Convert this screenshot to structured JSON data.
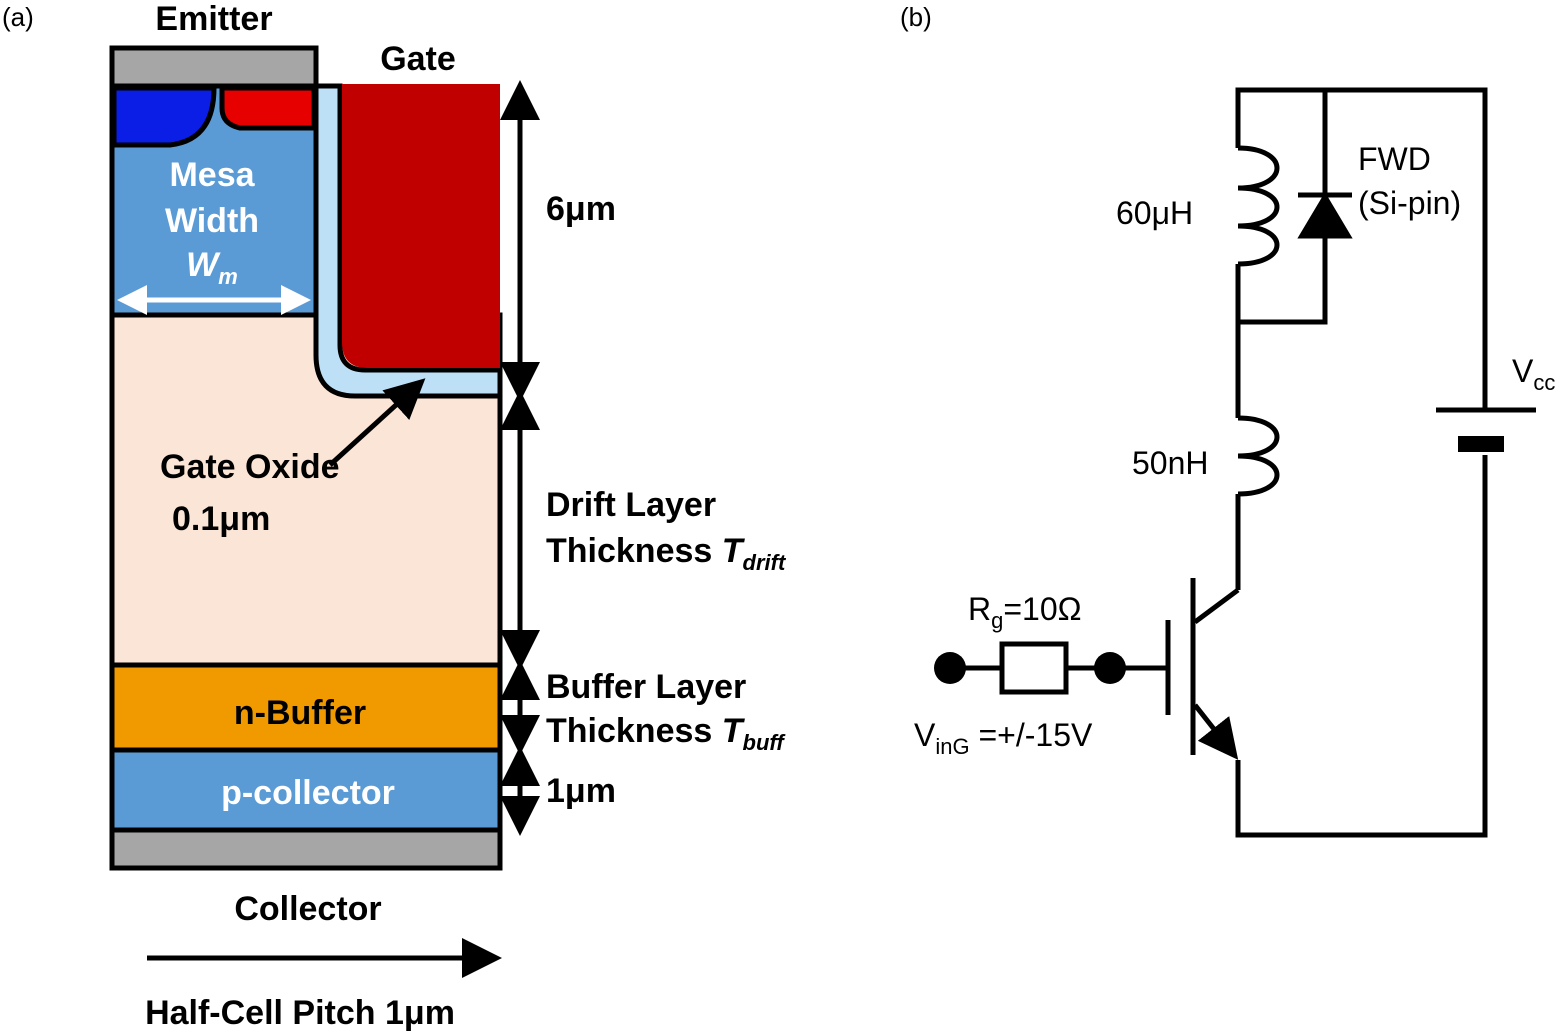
{
  "panel_a": {
    "label": "(a)",
    "emitter": "Emitter",
    "gate": "Gate",
    "mesa_line1": "Mesa",
    "mesa_line2": "Width",
    "mesa_symbol": "W",
    "mesa_symbol_sub": "m",
    "gate_depth": "6μm",
    "gate_oxide_line1": "Gate Oxide",
    "gate_oxide_line2": "0.1μm",
    "drift_line1": "Drift Layer",
    "drift_line2": "Thickness ",
    "drift_symbol": "T",
    "drift_symbol_sub": "drift",
    "buffer_region": "n-Buffer",
    "buffer_line1": "Buffer Layer",
    "buffer_line2": "Thickness ",
    "buffer_symbol": "T",
    "buffer_symbol_sub": "buff",
    "collector_region": "p-collector",
    "collector_thickness": "1μm",
    "collector": "Collector",
    "pitch": "Half-Cell Pitch 1μm",
    "colors": {
      "metal": "#a6a6a6",
      "n_plus": "#0a1ee6",
      "p_plus": "#e60000",
      "p_base": "#5b9bd5",
      "gate_poly": "#c00000",
      "oxide": "#bde0f7",
      "drift": "#fbe5d6",
      "buffer": "#f09a00",
      "collector": "#5b9bd5"
    }
  },
  "panel_b": {
    "label": "(b)",
    "fwd_line1": "FWD",
    "fwd_line2": "(Si-pin)",
    "l_load": "60μH",
    "l_stray": "50nH",
    "vcc_main": "V",
    "vcc_sub": "cc",
    "rg_main": "R",
    "rg_sub": "g",
    "rg_value": "=10Ω",
    "ving_main": "V",
    "ving_sub": "inG",
    "ving_value": " =+/-15V"
  }
}
